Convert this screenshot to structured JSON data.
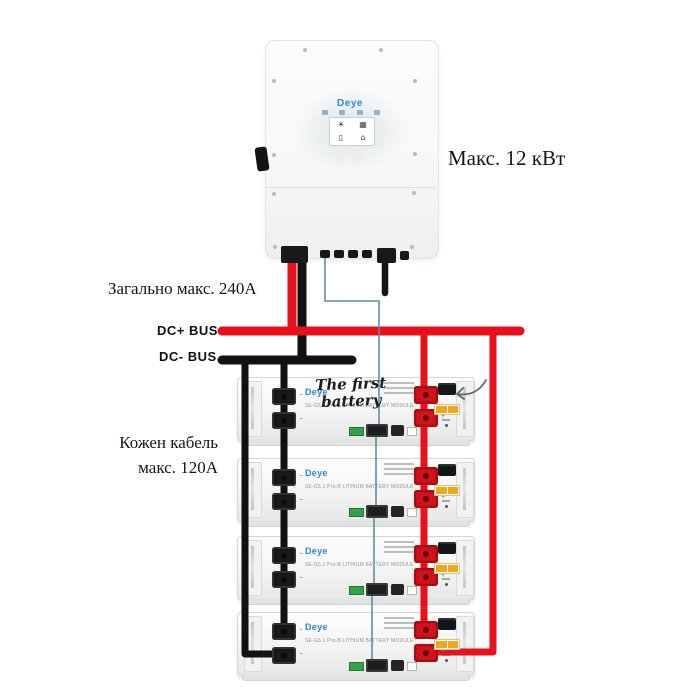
{
  "annotations": {
    "max_power": "Макс. 12 кВт",
    "total_max": "Загально макс. 240A",
    "dc_plus_bus": "DC+  BUS",
    "dc_minus_bus": "DC-  BUS",
    "per_cable_line1": "Кожен кабель",
    "per_cable_line2": "макс. 120A",
    "first_battery_line1": "The first",
    "first_battery_line2": "battery"
  },
  "inverter": {
    "brand": "Deye",
    "display_icons": [
      "sun",
      "grid",
      "battery",
      "home"
    ],
    "icon_glyphs": {
      "sun": "☀",
      "grid": "▦",
      "battery": "▯",
      "home": "⌂"
    }
  },
  "battery": {
    "brand": "Deye",
    "model_text": "SE-G5.1 Pro-B  LITHIUM BATTERY MODULE",
    "count": 4,
    "plus_mark": "+",
    "minus_mark": "−"
  },
  "colors": {
    "dc_plus_cable": "#e8101a",
    "dc_minus_cable": "#111111",
    "comm_cable": "#5d8da6",
    "brand_blue": "#2f86d6",
    "label_yellow": "#eda81d",
    "terminal_red": "#d5131c",
    "terminal_black": "#1b1b1b"
  }
}
